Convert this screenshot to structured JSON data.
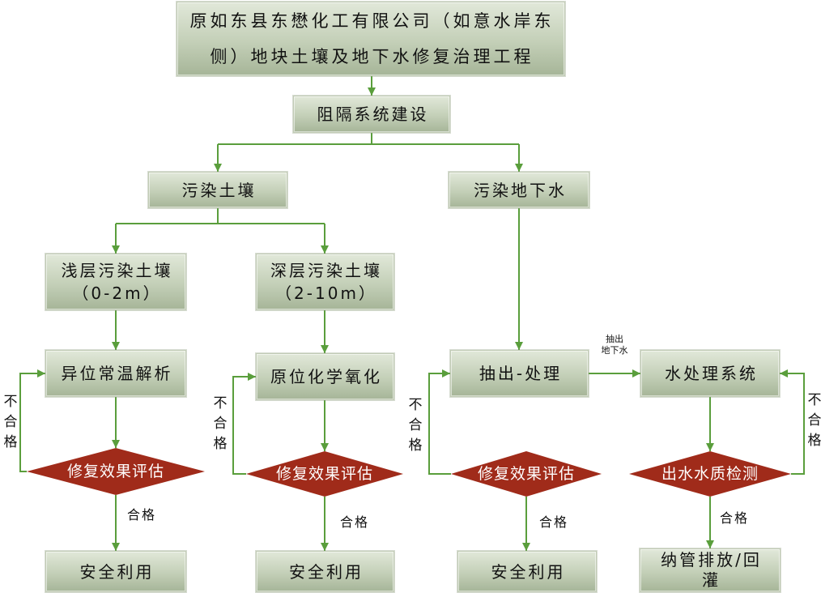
{
  "colors": {
    "connector": "#5a9e3c",
    "decision": "#a02b1a",
    "box_top": "#e1e8d9",
    "box_bottom": "#a6b598",
    "box_border": "#c2ccb6"
  },
  "project": {
    "lines": [
      "原如东县东懋化工有限公司（如意水岸东",
      "侧）地块土壤及地下水修复治理工程"
    ]
  },
  "barrier": "阻隔系统建设",
  "soil": {
    "label": "污染土壤",
    "shallow": {
      "lines": [
        "浅层污染土壤",
        "（0-2m）"
      ]
    },
    "deep": {
      "lines": [
        "深层污染土壤",
        "（2-10m）"
      ]
    }
  },
  "groundwater": {
    "label": "污染地下水",
    "extract_label": [
      "抽出",
      "地下水"
    ]
  },
  "columns": [
    {
      "process": "异位常温解析",
      "decision": "修复效果评估",
      "fail": "不合格",
      "pass": "合格",
      "result": [
        "安全利用"
      ]
    },
    {
      "process": "原位化学氧化",
      "decision": "修复效果评估",
      "fail": "不合格",
      "pass": "合格",
      "result": [
        "安全利用"
      ]
    },
    {
      "process": "抽出-处理",
      "decision": "修复效果评估",
      "fail": "不合格",
      "pass": "合格",
      "result": [
        "安全利用"
      ]
    },
    {
      "process": "水处理系统",
      "decision": "出水水质检测",
      "fail": "不合格",
      "pass": "合格",
      "result": [
        "纳管排放/回",
        "灌"
      ]
    }
  ]
}
